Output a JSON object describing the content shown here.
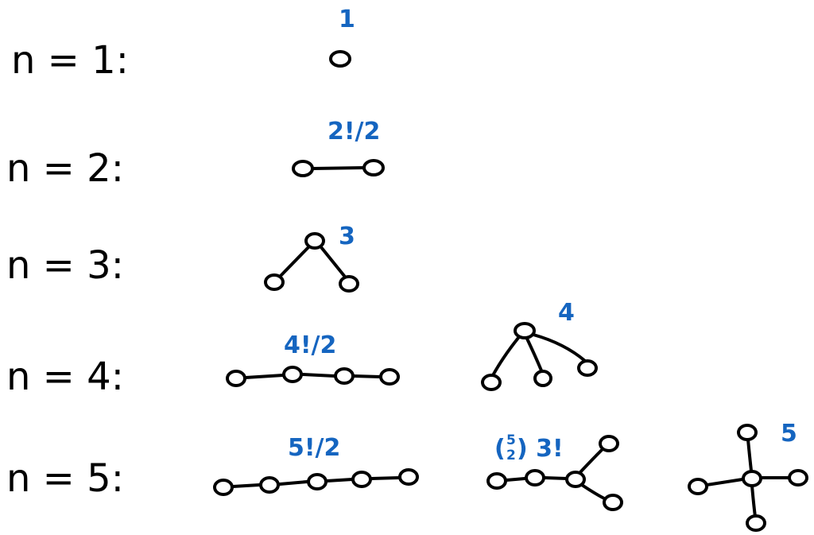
{
  "colors": {
    "ink": "#000000",
    "annotation": "#1565c0"
  },
  "rows": [
    {
      "label": "n = 1:",
      "trees": [
        {
          "count": "1"
        }
      ]
    },
    {
      "label": "n = 2:",
      "trees": [
        {
          "count": "2!/2"
        }
      ]
    },
    {
      "label": "n = 3:",
      "trees": [
        {
          "count": "3"
        }
      ]
    },
    {
      "label": "n = 4:",
      "trees": [
        {
          "count": "4!/2"
        },
        {
          "count": "4"
        }
      ]
    },
    {
      "label": "n = 5:",
      "trees": [
        {
          "count": "5!/2"
        },
        {
          "count_prefix": "(",
          "binom_top": "5",
          "binom_bottom": "2",
          "count_suffix": ") 3!"
        },
        {
          "count": "5"
        }
      ]
    }
  ]
}
